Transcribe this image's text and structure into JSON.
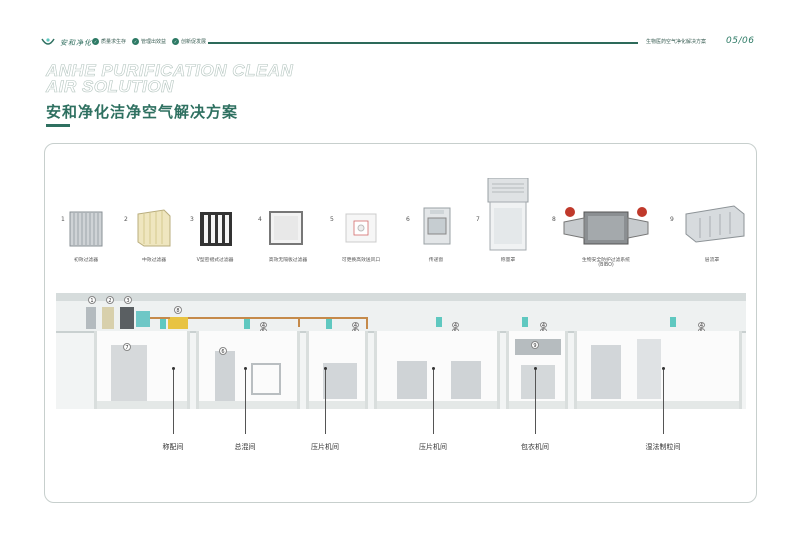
{
  "header": {
    "logo_text": "安和净化",
    "tags": [
      {
        "icon": "check-icon",
        "label": "质量求生存"
      },
      {
        "icon": "check-icon",
        "label": "管理出效益"
      },
      {
        "icon": "check-icon",
        "label": "创新促发展"
      }
    ],
    "doc_title": "生物医药空气净化解决方案",
    "page_num": "05/06"
  },
  "title": {
    "en_line1": "ANHE PURIFICATION CLEAN",
    "en_line2": "AIR SOLUTION",
    "cn": "安和净化洁净空气解决方案"
  },
  "products": [
    {
      "num": "1",
      "name": "初效过滤器"
    },
    {
      "num": "2",
      "name": "中效过滤器"
    },
    {
      "num": "3",
      "name": "V型密褶式过滤器"
    },
    {
      "num": "4",
      "name": "高效无隔板过滤器"
    },
    {
      "num": "5",
      "name": "可更换高效送风口"
    },
    {
      "num": "6",
      "name": "传递窗"
    },
    {
      "num": "7",
      "name": "称量罩"
    },
    {
      "num": "8",
      "name": "生物安全防护过滤系统",
      "name2": "(BIBO)"
    },
    {
      "num": "9",
      "name": "层流罩"
    }
  ],
  "building": {
    "ahu_labels": [
      "1",
      "2",
      "3"
    ],
    "bibo_label": "8",
    "markers": [
      "4",
      "5"
    ],
    "equipment_labels": {
      "weigh": "7",
      "pass": "6",
      "laminar": "9"
    }
  },
  "rooms": [
    "称配间",
    "总混间",
    "压片机间",
    "压片机间",
    "包衣机间",
    "湿法制粒间"
  ],
  "colors": {
    "brand": "#2e7060",
    "duct": "#c58a4a",
    "teal": "#5fc8c0"
  }
}
